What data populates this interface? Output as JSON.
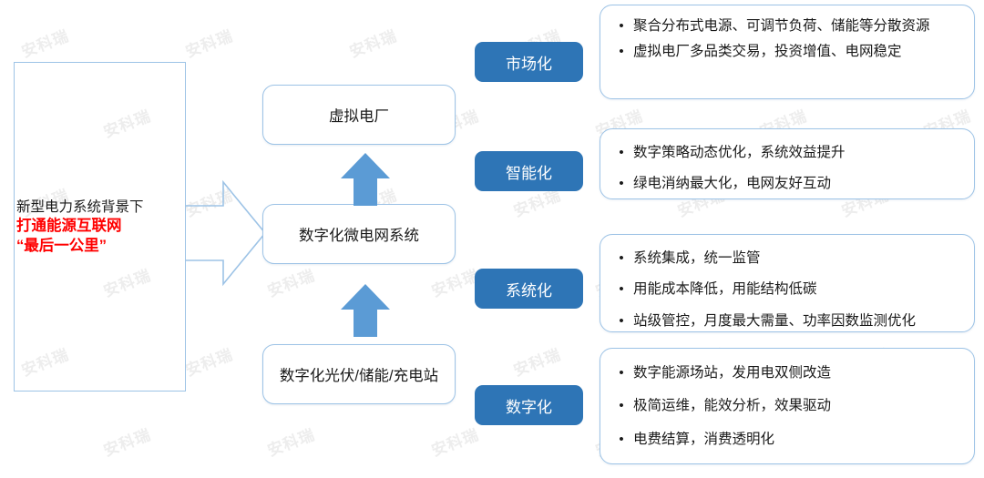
{
  "diagram": {
    "left_panel": {
      "name": "context-frame",
      "lines": [
        {
          "text": "新型电力系统背景下",
          "style": "plain"
        },
        {
          "text": "打通能源互联网",
          "style": "emphasis"
        },
        {
          "text": "“最后一公里”",
          "style": "emphasis"
        }
      ]
    },
    "flow_arrow_label": "right-block-arrow",
    "center_stack": {
      "boxes": [
        {
          "label": "虚拟电厂"
        },
        {
          "label": "数字化微电网系统"
        },
        {
          "label": "数字化光伏/储能/充电站"
        }
      ],
      "connectors": [
        {
          "label": "up-arrow-to-virtual-power-plant"
        },
        {
          "label": "up-arrow-to-microgrid"
        }
      ]
    },
    "tracks": [
      {
        "tag": "市场化",
        "bullets": [
          "聚合分布式电源、可调节负荷、储能等分散资源",
          "虚拟电厂多品类交易，投资增值、电网稳定"
        ]
      },
      {
        "tag": "智能化",
        "bullets": [
          "数字策略动态优化，系统效益提升",
          "绿电消纳最大化，电网友好互动"
        ]
      },
      {
        "tag": "系统化",
        "bullets": [
          "系统集成，统一监管",
          "用能成本降低，用能结构低碳",
          "站级管控，月度最大需量、功率因数监测优化"
        ]
      },
      {
        "tag": "数字化",
        "bullets": [
          "数字能源场站，发用电双侧改造",
          "极简运维，能效分析，效果驱动",
          "电费结算，消费透明化"
        ]
      }
    ],
    "bullet_glyph": "•",
    "watermark": {
      "text": "安科瑞",
      "count": 26
    },
    "colors": {
      "tag_blue": "#2e75b6",
      "arrow_blue": "#5b9bd5",
      "box_border": "#9dc3e6",
      "emphasis_red": "#ff0000",
      "text_dark": "#1a1a1a",
      "watermark_gray": "#ededed",
      "background": "#ffffff"
    }
  }
}
